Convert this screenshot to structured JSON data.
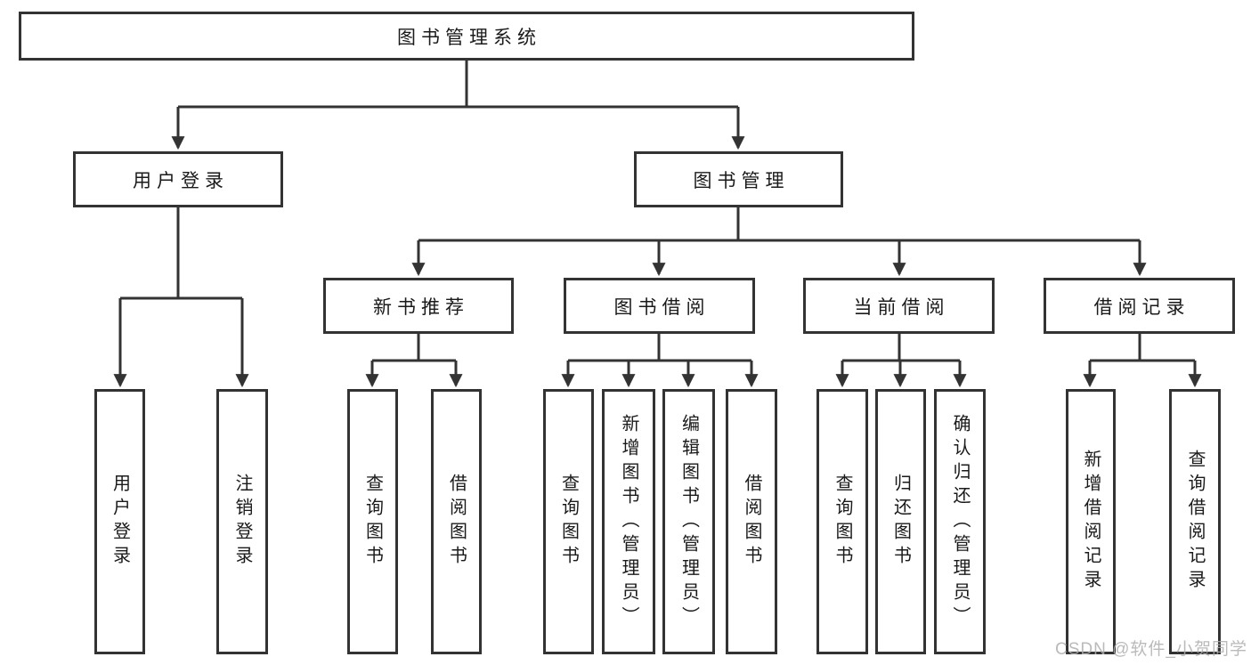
{
  "diagram": {
    "title": "图书管理系统",
    "type": "functional-structure-tree"
  },
  "tree": {
    "root": {
      "label": "图书管理系统"
    },
    "level2": [
      {
        "label": "用户登录"
      },
      {
        "label": "图书管理"
      }
    ],
    "level3": [
      {
        "label": "新书推荐"
      },
      {
        "label": "图书借阅"
      },
      {
        "label": "当前借阅"
      },
      {
        "label": "借阅记录"
      }
    ],
    "leaves": {
      "user_login": [
        "用户登录",
        "注销登录"
      ],
      "new_book": [
        "查询图书",
        "借阅图书"
      ],
      "book_borrow": [
        "查询图书",
        "新增图书（管理员）",
        "编辑图书（管理员）",
        "借阅图书"
      ],
      "current_borrow": [
        "查询图书",
        "归还图书",
        "确认归还（管理员）"
      ],
      "borrow_record": [
        "新增借阅记录",
        "查询借阅记录"
      ]
    }
  },
  "watermark": {
    "text": "CSDN @软件_小贺同学"
  },
  "colors": {
    "line": "#333333",
    "box_border": "#333333",
    "box_fill": "#ffffff",
    "text": "#1a1a1a",
    "watermark": "#aeaeae"
  }
}
